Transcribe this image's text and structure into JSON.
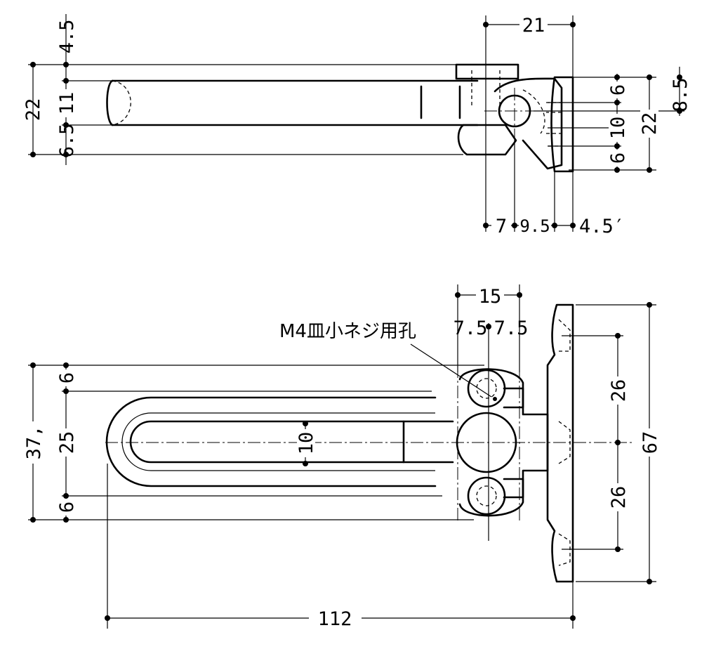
{
  "side_view": {
    "labels": {
      "overall_height": "22",
      "top_offset": "4.5",
      "arm_height": "11",
      "bottom_offset": "6.5",
      "hinge_width": "21",
      "right_top": "8.5",
      "right_6_top": "6",
      "right_10": "10",
      "right_6_bottom": "6",
      "right_height": "22",
      "bottom_7": "7",
      "bottom_9_5": "9.5",
      "bottom_4_5": "4.5′"
    }
  },
  "plan_view": {
    "labels": {
      "screw_hole_note": "M4皿小ネジ用孔",
      "hinge_width": "15",
      "half_left": "7.5",
      "half_right": "7.5",
      "overall_width": "37,",
      "inner_25": "25",
      "top_6": "6",
      "bottom_6": "6",
      "slot_width": "10",
      "upper_26": "26",
      "lower_26": "26",
      "plate_height": "67",
      "overall_length": "112"
    }
  }
}
